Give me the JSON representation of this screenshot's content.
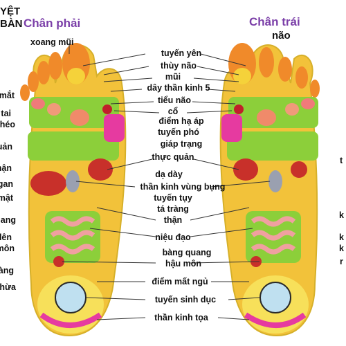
{
  "titles": {
    "right_foot": "Chân phải",
    "left_foot": "Chân trái"
  },
  "corner_text": [
    "YỆT",
    "BÀN"
  ],
  "center_labels": [
    "tuyến yên",
    "thùy não",
    "mũi",
    "dây thần kinh 5",
    "tiểu não",
    "cổ",
    "điểm hạ áp",
    "tuyến phó",
    "giáp trạng",
    "thực quản",
    "dạ dày",
    "thần kinh vùng bụng",
    "tuyến tụy",
    "tá tràng",
    "thận",
    "niệu đạo",
    "bàng quang",
    "hậu môn",
    "điểm mất ngủ",
    "tuyến sinh dục",
    "thần kinh tọa"
  ],
  "right_foot_top_label": "xoang mũi",
  "left_foot_top_label": "não",
  "left_edge_labels": [
    "mắt",
    "tai",
    "héo",
    "quản",
    "hận",
    "gan",
    "mật",
    "ang",
    "lên",
    "môn",
    "àng",
    "hừa"
  ],
  "right_edge_labels": [
    "k",
    "k",
    "k",
    "r",
    "t"
  ],
  "colors": {
    "title": "#7b3fa8",
    "sole": "#f2c23a",
    "toe": "#f08a2a",
    "green_zone": "#8ccf3a",
    "pink_zone": "#e63aa0",
    "heel": "#f7e05a",
    "outline": "#d6b02a"
  }
}
